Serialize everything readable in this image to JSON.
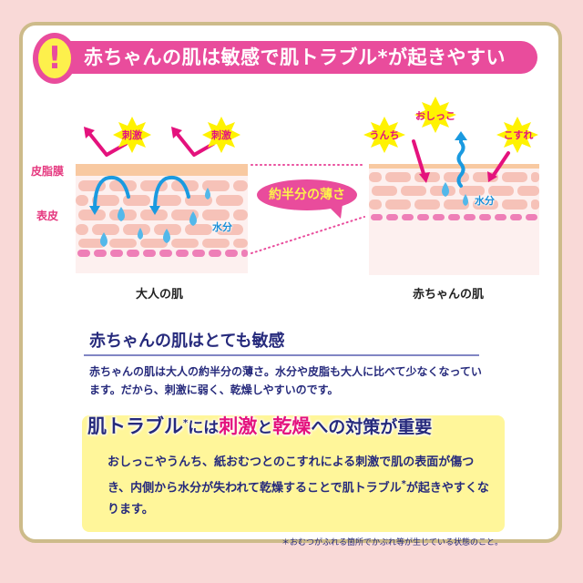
{
  "banner": {
    "icon": "exclamation-icon",
    "title": "赤ちゃんの肌は敏感で肌トラブル*が起きやすい"
  },
  "diagram": {
    "layer_labels": {
      "sebum": "皮脂膜",
      "epidermis": "表皮"
    },
    "adult": {
      "caption": "大人の肌",
      "stimulus_labels": [
        "刺激",
        "刺激"
      ],
      "moisture_label": "水分"
    },
    "baby": {
      "caption": "赤ちゃんの肌",
      "stimulus_labels": [
        "うんち",
        "おしっこ",
        "こすれ"
      ],
      "moisture_label": "水分"
    },
    "comparison_bubble": "約半分の薄さ",
    "colors": {
      "pink": "#e94c9c",
      "magenta_arrow": "#e4127d",
      "sebum_layer": "#f8c9a1",
      "cells": "#f6c2b8",
      "dash_layer": "#ee7fb7",
      "water": "#53b8ea",
      "star": "#fff200"
    }
  },
  "section": {
    "heading": "赤ちゃんの肌はとても敏感",
    "paragraph": "赤ちゃんの肌は大人の約半分の薄さ。水分や皮脂も大人に比べて少なくなっています。だから、刺激に弱く、乾燥しやすいのです。"
  },
  "highlight": {
    "heading_pre": "肌トラブル",
    "heading_sup": "*",
    "heading_mid1": "には",
    "heading_key1": "刺激",
    "heading_mid2": "と",
    "heading_key2": "乾燥",
    "heading_post": "への対策が重要",
    "body_pre": "おしっこやうんち、紙おむつとのこすれによる刺激で肌の表面が傷つき、内側から水分が失われて乾燥することで肌トラブル",
    "body_sup": "*",
    "body_post": "が起きやすくなります。"
  },
  "footnote": "＊おむつがふれる箇所でかぶれ等が生じている状態のこと。"
}
